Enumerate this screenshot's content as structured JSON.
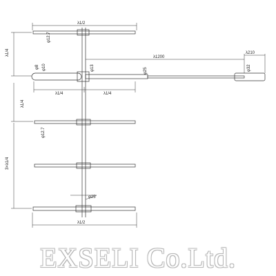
{
  "dimensions": {
    "top_element_length": "λ1/2",
    "top_element_diameter": "φ12.7",
    "boom_length": "λ1/4",
    "boom_offset": "λ1/4",
    "three_quarter_spacing": "3×λ1/4",
    "driven_outer_diameter": "φ8",
    "driven_inner_diameter": "φ10",
    "gap_diameter": "φ13",
    "left_half": "λ1/4",
    "right_half": "λ1/4",
    "mast_diameter": "φ25",
    "stub_length": "λ1200",
    "stub_end_diameter": "φ32",
    "stub_end_length": "λ210",
    "reflector_diameter": "φ12.7",
    "boom_tube_diameter": "φ25",
    "bottom_element_length": "λ1/2"
  },
  "brand": {
    "company_name": "EXSELI Co.Ltd."
  },
  "colors": {
    "line": "#333333",
    "background": "#ffffff",
    "watermark_outline": "#b8b8b8"
  }
}
